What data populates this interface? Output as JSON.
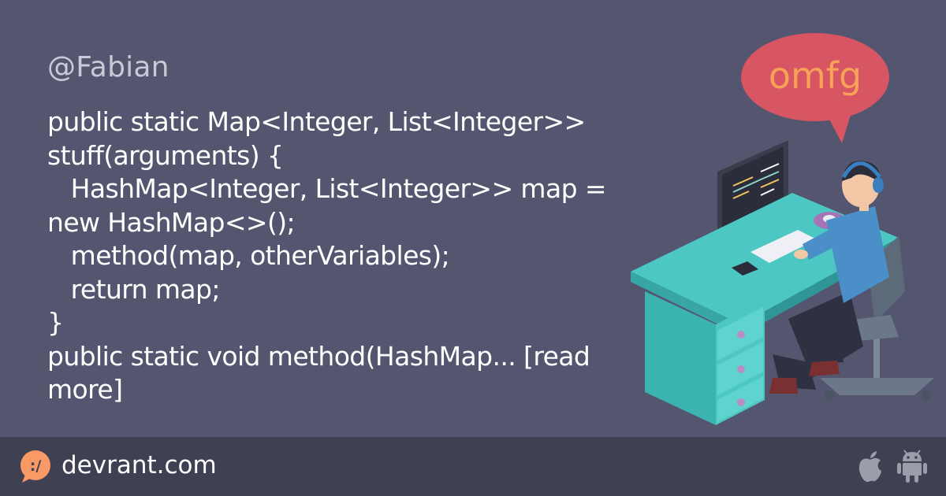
{
  "rant": {
    "username": "@Fabian",
    "lines": [
      "public static Map<Integer, List<Integer>>",
      "stuff(arguments) {",
      "   HashMap<Integer, List<Integer>> map =",
      "new HashMap<>();",
      "   method(map, otherVariables);",
      "   return map;",
      "}",
      "public static void method(HashMap... [read",
      "more]"
    ]
  },
  "illustration": {
    "bubble_text": "omfg",
    "bubble_color": "#d85563",
    "bubble_text_color": "#f7a256"
  },
  "footer": {
    "site": "devrant.com",
    "logo_text": ":/",
    "logo_color": "#f99a66",
    "icons": [
      "apple-icon",
      "android-icon"
    ]
  }
}
